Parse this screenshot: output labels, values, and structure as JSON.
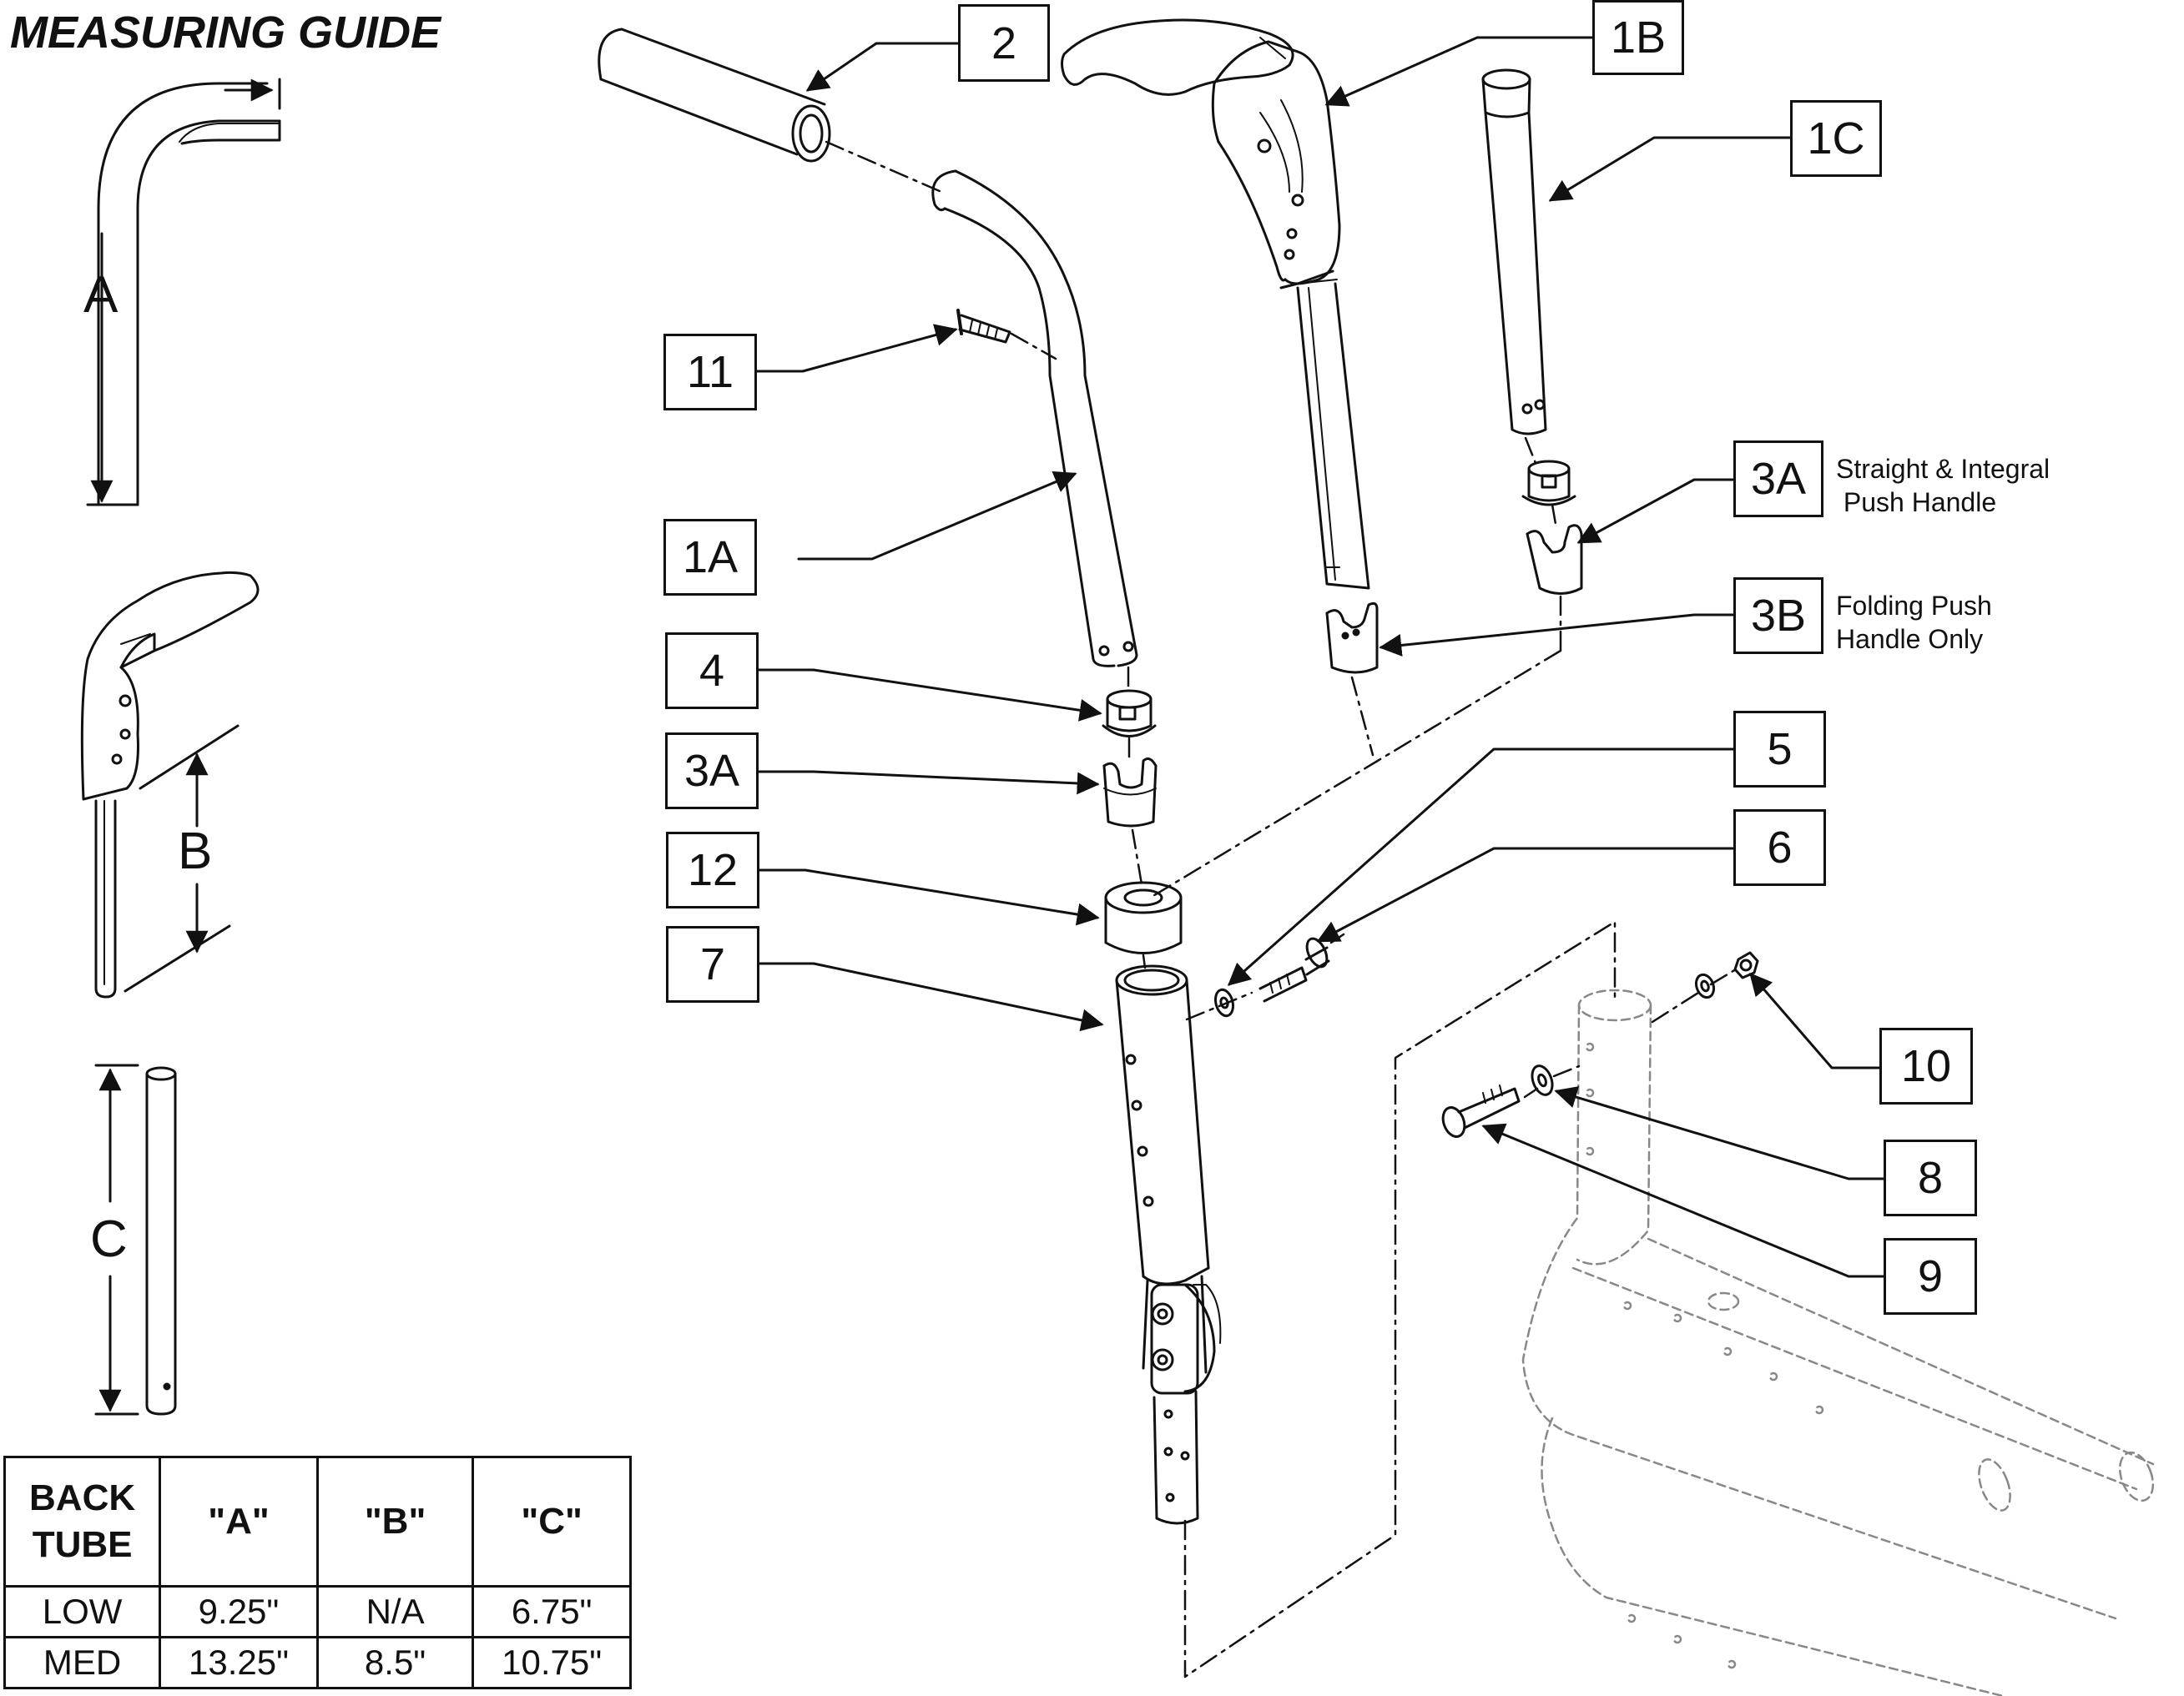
{
  "guide": {
    "title": "MEASURING GUIDE",
    "dims": {
      "a": "A",
      "b": "B",
      "c": "C"
    }
  },
  "callouts": {
    "c2": "2",
    "c1b": "1B",
    "c1c": "1C",
    "c11": "11",
    "c1a": "1A",
    "c3a_right": "3A",
    "c3b": "3B",
    "c4": "4",
    "c3a_left": "3A",
    "c5": "5",
    "c6": "6",
    "c12": "12",
    "c7": "7",
    "c10": "10",
    "c8": "8",
    "c9": "9"
  },
  "notes": {
    "note_3a": "Straight & Integral\n Push Handle",
    "note_3b": "Folding Push\nHandle Only"
  },
  "table": {
    "headers": [
      "BACK\nTUBE",
      "\"A\"",
      "\"B\"",
      "\"C\""
    ],
    "rows": [
      [
        "LOW",
        "9.25\"",
        "N/A",
        "6.75\""
      ],
      [
        "MED",
        "13.25\"",
        "8.5\"",
        "10.75\""
      ]
    ]
  }
}
